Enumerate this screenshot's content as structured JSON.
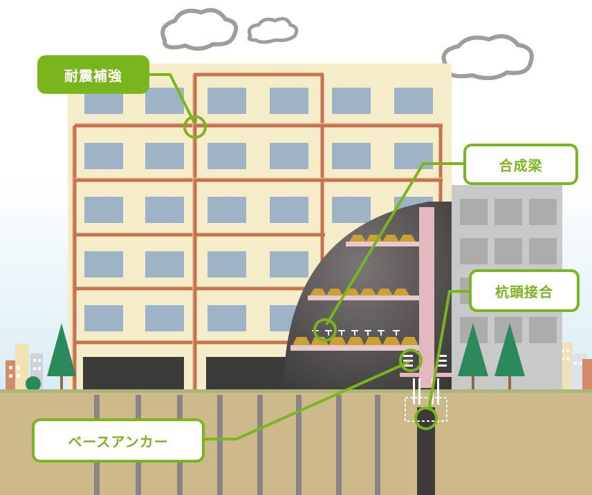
{
  "labels": {
    "seismic": "耐震補強",
    "composite_beam": "合成梁",
    "pile_head": "杭頭接合",
    "base_anchor": "ベースアンカー"
  },
  "colors": {
    "accent_green": "#7ab51d",
    "sky": "#e3f1f8",
    "ground": "#cdb98a",
    "building": "#f5edc9",
    "frame_brace": "#c7714f",
    "window": "#9fb3c6",
    "tree": "#2b8a5c"
  }
}
